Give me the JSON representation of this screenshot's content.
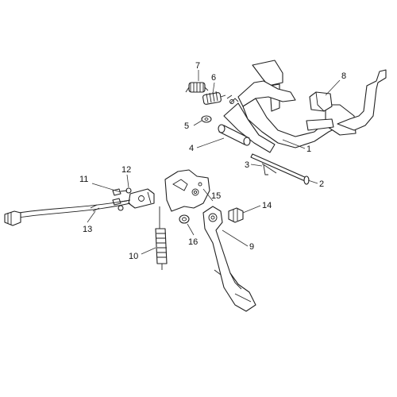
{
  "callouts": {
    "n1": "1",
    "n2": "2",
    "n3": "3",
    "n4": "4",
    "n5": "5",
    "n6": "6",
    "n7": "7",
    "n8": "8",
    "n9": "9",
    "n10": "10",
    "n11": "11",
    "n12": "12",
    "n13": "13",
    "n14": "14",
    "n15": "15",
    "n16": "16"
  }
}
